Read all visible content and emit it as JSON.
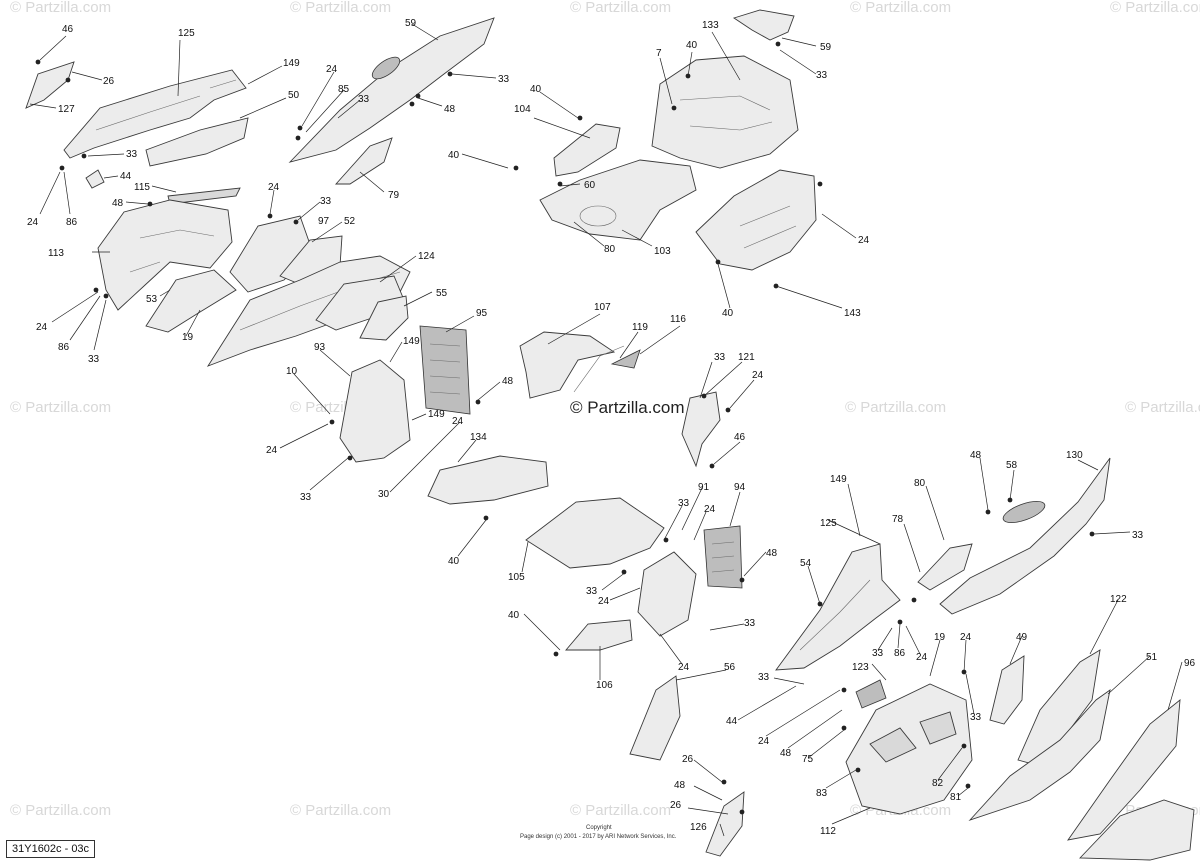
{
  "diagram": {
    "reference": "31Y1602c - 03c",
    "center_watermark": "© Partzilla.com",
    "watermark_text": "© Partzilla.com",
    "copyright_line1": "Copyright",
    "copyright_line2": "Page design (c) 2001 - 2017 by ARI Network Services, Inc.",
    "callouts": [
      {
        "id": "c1",
        "label": "46"
      },
      {
        "id": "c2",
        "label": "26"
      },
      {
        "id": "c3",
        "label": "127"
      },
      {
        "id": "c4",
        "label": "125"
      },
      {
        "id": "c5",
        "label": "149"
      },
      {
        "id": "c6",
        "label": "50"
      },
      {
        "id": "c7",
        "label": "33"
      },
      {
        "id": "c8",
        "label": "44"
      },
      {
        "id": "c9",
        "label": "24"
      },
      {
        "id": "c10",
        "label": "86"
      },
      {
        "id": "c11",
        "label": "115"
      },
      {
        "id": "c12",
        "label": "48"
      },
      {
        "id": "c13",
        "label": "113"
      },
      {
        "id": "c14",
        "label": "53"
      },
      {
        "id": "c15",
        "label": "24"
      },
      {
        "id": "c16",
        "label": "86"
      },
      {
        "id": "c17",
        "label": "33"
      },
      {
        "id": "c18",
        "label": "19"
      },
      {
        "id": "c19",
        "label": "59"
      },
      {
        "id": "c20",
        "label": "24"
      },
      {
        "id": "c21",
        "label": "85"
      },
      {
        "id": "c22",
        "label": "33"
      },
      {
        "id": "c23",
        "label": "33"
      },
      {
        "id": "c24",
        "label": "48"
      },
      {
        "id": "c25",
        "label": "79"
      },
      {
        "id": "c26",
        "label": "24"
      },
      {
        "id": "c27",
        "label": "33"
      },
      {
        "id": "c28",
        "label": "97"
      },
      {
        "id": "c29",
        "label": "52"
      },
      {
        "id": "c30",
        "label": "124"
      },
      {
        "id": "c31",
        "label": "55"
      },
      {
        "id": "c32",
        "label": "95"
      },
      {
        "id": "c33",
        "label": "93"
      },
      {
        "id": "c34",
        "label": "149"
      },
      {
        "id": "c35",
        "label": "48"
      },
      {
        "id": "c36",
        "label": "10"
      },
      {
        "id": "c37",
        "label": "149"
      },
      {
        "id": "c38",
        "label": "24"
      },
      {
        "id": "c39",
        "label": "24"
      },
      {
        "id": "c40",
        "label": "33"
      },
      {
        "id": "c41",
        "label": "30"
      },
      {
        "id": "c42",
        "label": "134"
      },
      {
        "id": "c43",
        "label": "40"
      },
      {
        "id": "c44",
        "label": "40"
      },
      {
        "id": "c45",
        "label": "104"
      },
      {
        "id": "c46",
        "label": "40"
      },
      {
        "id": "c47",
        "label": "60"
      },
      {
        "id": "c48",
        "label": "80"
      },
      {
        "id": "c49",
        "label": "103"
      },
      {
        "id": "c50",
        "label": "7"
      },
      {
        "id": "c51",
        "label": "40"
      },
      {
        "id": "c52",
        "label": "133"
      },
      {
        "id": "c53",
        "label": "59"
      },
      {
        "id": "c54",
        "label": "33"
      },
      {
        "id": "c55",
        "label": "24"
      },
      {
        "id": "c56",
        "label": "143"
      },
      {
        "id": "c57",
        "label": "40"
      },
      {
        "id": "c58",
        "label": "107"
      },
      {
        "id": "c59",
        "label": "119"
      },
      {
        "id": "c60",
        "label": "116"
      },
      {
        "id": "c61",
        "label": "33"
      },
      {
        "id": "c62",
        "label": "121"
      },
      {
        "id": "c63",
        "label": "24"
      },
      {
        "id": "c64",
        "label": "46"
      },
      {
        "id": "c65",
        "label": "91"
      },
      {
        "id": "c66",
        "label": "33"
      },
      {
        "id": "c67",
        "label": "24"
      },
      {
        "id": "c68",
        "label": "94"
      },
      {
        "id": "c69",
        "label": "48"
      },
      {
        "id": "c70",
        "label": "105"
      },
      {
        "id": "c71",
        "label": "33"
      },
      {
        "id": "c72",
        "label": "24"
      },
      {
        "id": "c73",
        "label": "40"
      },
      {
        "id": "c74",
        "label": "33"
      },
      {
        "id": "c75",
        "label": "24"
      },
      {
        "id": "c76",
        "label": "106"
      },
      {
        "id": "c77",
        "label": "56"
      },
      {
        "id": "c78",
        "label": "130"
      },
      {
        "id": "c79",
        "label": "48"
      },
      {
        "id": "c80",
        "label": "58"
      },
      {
        "id": "c81",
        "label": "33"
      },
      {
        "id": "c82",
        "label": "149"
      },
      {
        "id": "c83",
        "label": "80"
      },
      {
        "id": "c84",
        "label": "125"
      },
      {
        "id": "c85",
        "label": "78"
      },
      {
        "id": "c86",
        "label": "54"
      },
      {
        "id": "c87",
        "label": "19"
      },
      {
        "id": "c88",
        "label": "24"
      },
      {
        "id": "c89",
        "label": "33"
      },
      {
        "id": "c90",
        "label": "86"
      },
      {
        "id": "c91",
        "label": "24"
      },
      {
        "id": "c92",
        "label": "123"
      },
      {
        "id": "c93",
        "label": "33"
      },
      {
        "id": "c94",
        "label": "33"
      },
      {
        "id": "c95",
        "label": "44"
      },
      {
        "id": "c96",
        "label": "24"
      },
      {
        "id": "c97",
        "label": "48"
      },
      {
        "id": "c98",
        "label": "75"
      },
      {
        "id": "c99",
        "label": "83"
      },
      {
        "id": "c100",
        "label": "82"
      },
      {
        "id": "c101",
        "label": "81"
      },
      {
        "id": "c102",
        "label": "112"
      },
      {
        "id": "c103",
        "label": "49"
      },
      {
        "id": "c104",
        "label": "122"
      },
      {
        "id": "c105",
        "label": "51"
      },
      {
        "id": "c106",
        "label": "96"
      },
      {
        "id": "c107",
        "label": "26"
      },
      {
        "id": "c108",
        "label": "48"
      },
      {
        "id": "c109",
        "label": "26"
      },
      {
        "id": "c110",
        "label": "126"
      }
    ]
  }
}
